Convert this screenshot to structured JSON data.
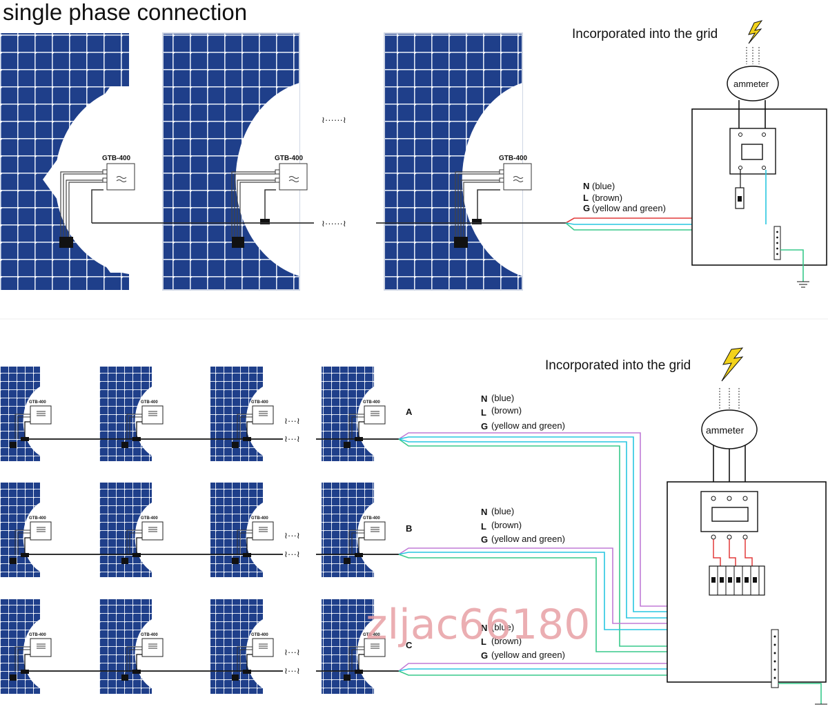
{
  "title": "single phase connection",
  "top": {
    "grid_label": "Incorporated into the grid",
    "ammeter_label": "ammeter",
    "inverter_label": "GTB-400",
    "continuation": "≀······≀",
    "wires": [
      {
        "letter": "N",
        "desc": "(blue)"
      },
      {
        "letter": "L",
        "desc": "(brown)"
      },
      {
        "letter": "G",
        "desc": "(yellow and green)"
      }
    ]
  },
  "bottom": {
    "grid_label": "Incorporated into the grid",
    "ammeter_label": "ammeter",
    "inverter_label": "GTB-400",
    "continuation": "≀···≀",
    "phases": [
      {
        "name": "A",
        "wires": [
          {
            "letter": "N",
            "desc": "(blue)"
          },
          {
            "letter": "L",
            "desc": "(brown)"
          },
          {
            "letter": "G",
            "desc": "(yellow and green)"
          }
        ]
      },
      {
        "name": "B",
        "wires": [
          {
            "letter": "N",
            "desc": "(blue)"
          },
          {
            "letter": "L",
            "desc": "(brown)"
          },
          {
            "letter": "G",
            "desc": "(yellow and green)"
          }
        ]
      },
      {
        "name": "C",
        "wires": [
          {
            "letter": "N",
            "desc": "(blue)"
          },
          {
            "letter": "L",
            "desc": "(brown)"
          },
          {
            "letter": "G",
            "desc": "(yellow and green)"
          }
        ]
      }
    ]
  },
  "watermark": "zljac66180",
  "colors": {
    "panel_blue": "#1f3f8a",
    "cell_line": "#dfe6f3",
    "wire_red": "#e23a3a",
    "wire_cyan": "#27c6e0",
    "wire_green": "#37c98a",
    "wire_magenta": "#c07ad6",
    "bolt_yellow": "#f2d21a"
  }
}
